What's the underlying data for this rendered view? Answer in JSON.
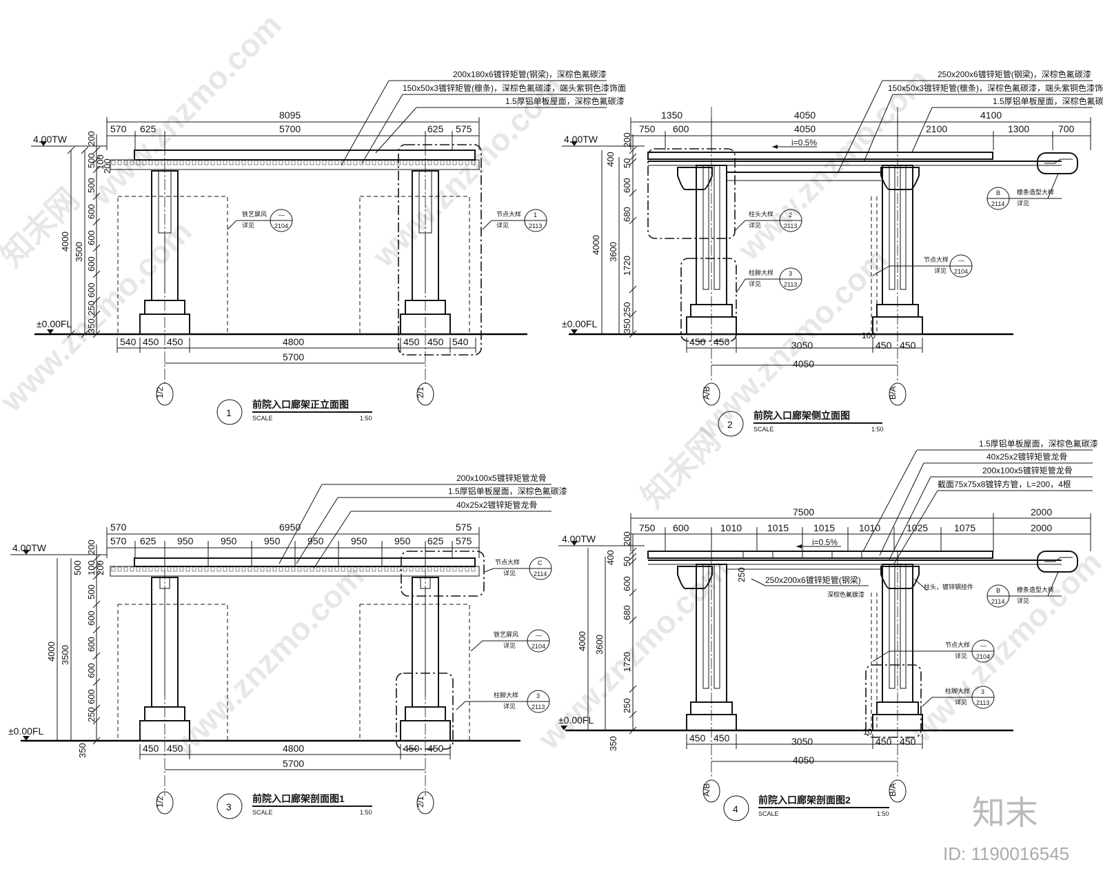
{
  "drawings": [
    {
      "number": "1",
      "title": "前院入口廊架正立面图",
      "scale_label": "SCALE",
      "scale": "1:50",
      "top_dims": {
        "total": "8095",
        "row": [
          "570",
          "625",
          "5700",
          "625",
          "575"
        ]
      },
      "bottom_dims": {
        "row": [
          "540",
          "450",
          "450",
          "4800",
          "450",
          "450",
          "540"
        ],
        "total": "5700"
      },
      "left_dims": {
        "outer": "4000",
        "inner": "3500",
        "segments": [
          "200",
          "500",
          "100",
          "500",
          "600",
          "600",
          "600",
          "600",
          "250",
          "350"
        ],
        "extra": "200"
      },
      "levels": {
        "top": "4.00TW",
        "bottom": "±0.00FL"
      },
      "axes": [
        "1/2",
        "2/1"
      ],
      "callouts": [
        {
          "text": "200x180x6镀锌矩管(钢梁)，深棕色氟碳漆"
        },
        {
          "text": "150x50x3镀锌矩管(檩条)，深棕色氟碳漆，端头紫铜色漆饰面"
        },
        {
          "text": "1.5厚铝单板屋面，深棕色氟碳漆"
        }
      ],
      "tags": [
        {
          "label": "铁艺屏风",
          "ref_label": "详见",
          "top": "—",
          "bottom": "2104"
        },
        {
          "label": "节点大样",
          "ref_label": "详见",
          "top": "1",
          "bottom": "2113"
        }
      ]
    },
    {
      "number": "2",
      "title": "前院入口廊架侧立面图",
      "scale_label": "SCALE",
      "scale": "1:50",
      "top_dims": {
        "left_total": "1350",
        "center_total": "4050",
        "right_total": "4100",
        "row": [
          "750",
          "600",
          "4050",
          "2100",
          "1300",
          "700"
        ]
      },
      "bottom_dims": {
        "row": [
          "450",
          "450",
          "3050",
          "100",
          "450",
          "450"
        ],
        "total": "4050"
      },
      "left_dims": {
        "outer": "4000",
        "inner": "3600",
        "segments": [
          "200",
          "400",
          "50",
          "600",
          "680",
          "1720",
          "250",
          "350"
        ]
      },
      "levels": {
        "top": "4.00TW",
        "bottom": "±0.00FL"
      },
      "slope": "i=0.5%",
      "axes": [
        "A/B",
        "B/A"
      ],
      "callouts": [
        {
          "text": "250x200x6镀锌矩管(钢梁)，深棕色氟碳漆"
        },
        {
          "text": "150x50x3镀锌矩管(檩条)，深棕色氟碳漆，端头紫铜色漆饰面"
        },
        {
          "text": "1.5厚铝单板屋面，深棕色氟碳漆"
        }
      ],
      "tags": [
        {
          "label": "柱头大样",
          "ref_label": "详见",
          "top": "2",
          "bottom": "2113"
        },
        {
          "label": "柱脚大样",
          "ref_label": "详见",
          "top": "3",
          "bottom": "2113"
        },
        {
          "label": "节点大样",
          "ref_label": "详见",
          "top": "—",
          "bottom": "2104"
        },
        {
          "label": "檩条造型大样",
          "ref_label": "详见",
          "top": "B",
          "bottom": "2114"
        }
      ]
    },
    {
      "number": "3",
      "title": "前院入口廊架剖面图1",
      "scale_label": "SCALE",
      "scale": "1:50",
      "top_dims": {
        "left": "570",
        "total": "6950",
        "right": "575",
        "row": [
          "570",
          "625",
          "950",
          "950",
          "950",
          "950",
          "950",
          "950",
          "625",
          "575"
        ]
      },
      "bottom_dims": {
        "row": [
          "450",
          "450",
          "4800",
          "450",
          "450"
        ],
        "total": "5700"
      },
      "left_dims": {
        "outer": "4000",
        "inner": "3500",
        "segments": [
          "200",
          "500",
          "100",
          "500",
          "600",
          "600",
          "600",
          "600",
          "250",
          "350"
        ],
        "extra": "200"
      },
      "levels": {
        "top": "4.00TW",
        "bottom": "±0.00FL"
      },
      "axes": [
        "1/2",
        "2/1"
      ],
      "callouts": [
        {
          "text": "200x100x5镀锌矩管龙骨"
        },
        {
          "text": "1.5厚铝单板屋面，深棕色氟碳漆"
        },
        {
          "text": "40x25x2镀锌矩管龙骨"
        }
      ],
      "tags": [
        {
          "label": "节点大样",
          "ref_label": "详见",
          "top": "C",
          "bottom": "2114"
        },
        {
          "label": "铁艺屏风",
          "ref_label": "详见",
          "top": "—",
          "bottom": "2104"
        },
        {
          "label": "柱脚大样",
          "ref_label": "详见",
          "top": "3",
          "bottom": "2113"
        }
      ]
    },
    {
      "number": "4",
      "title": "前院入口廊架剖面图2",
      "scale_label": "SCALE",
      "scale": "1:50",
      "top_dims": {
        "total": "7500",
        "right_total": "2000",
        "row": [
          "750",
          "600",
          "1010",
          "1015",
          "1015",
          "1010",
          "1025",
          "1075",
          "2000"
        ]
      },
      "bottom_dims": {
        "row": [
          "450",
          "450",
          "3050",
          "10",
          "450",
          "450"
        ],
        "total": "4050"
      },
      "left_dims": {
        "outer": "4000",
        "inner": "3600",
        "segments": [
          "200",
          "400",
          "50",
          "600",
          "680",
          "1720",
          "250",
          "350"
        ],
        "extra": "250"
      },
      "levels": {
        "top": "4.00TW",
        "bottom": "±0.00FL"
      },
      "slope": "i=0.5%",
      "axes": [
        "A/B",
        "B/A"
      ],
      "callouts": [
        {
          "text": "1.5厚铝单板屋面，深棕色氟碳漆"
        },
        {
          "text": "40x25x2镀锌矩管龙骨"
        },
        {
          "text": "200x100x5镀锌矩管龙骨"
        },
        {
          "text": "截面75x75x8镀锌方管，L=200，4根"
        },
        {
          "text": "250x200x6镀锌矩管(钢梁)"
        },
        {
          "text": "深棕色氟碳漆"
        },
        {
          "text": "柱头，镀锌钢挂件"
        }
      ],
      "tags": [
        {
          "label": "檩条造型大样",
          "ref_label": "详见",
          "top": "B",
          "bottom": "2114"
        },
        {
          "label": "节点大样",
          "ref_label": "详见",
          "top": "—",
          "bottom": "2104"
        },
        {
          "label": "柱脚大样",
          "ref_label": "详见",
          "top": "3",
          "bottom": "2113"
        }
      ]
    }
  ],
  "watermark": {
    "site": "www.znzmo.com",
    "cn": "知末网",
    "brand": "知末",
    "id": "ID: 1190016545"
  }
}
